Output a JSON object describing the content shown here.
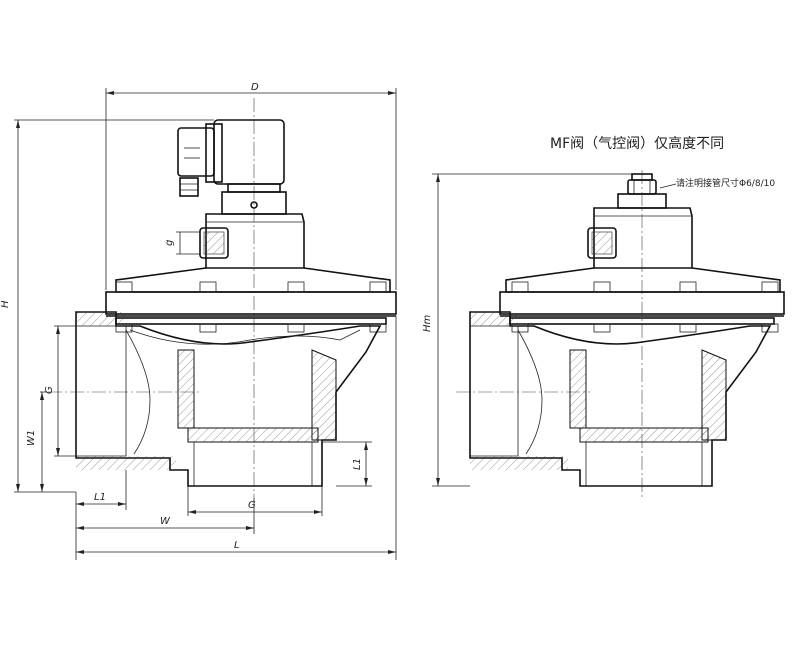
{
  "title": "MF阀（气控阀）仅高度不同",
  "note": "请注明接管尺寸Φ6/8/10",
  "dimensions": {
    "D": "D",
    "H": "H",
    "g": "g",
    "G_left": "G",
    "W1": "W1",
    "L1_left": "L1",
    "L1_right": "L1",
    "G_bottom": "G",
    "W": "W",
    "L": "L",
    "Hm": "Hm"
  },
  "views": {
    "left": "solenoid-valve-drawing",
    "right": "pneumatic-valve-drawing"
  }
}
